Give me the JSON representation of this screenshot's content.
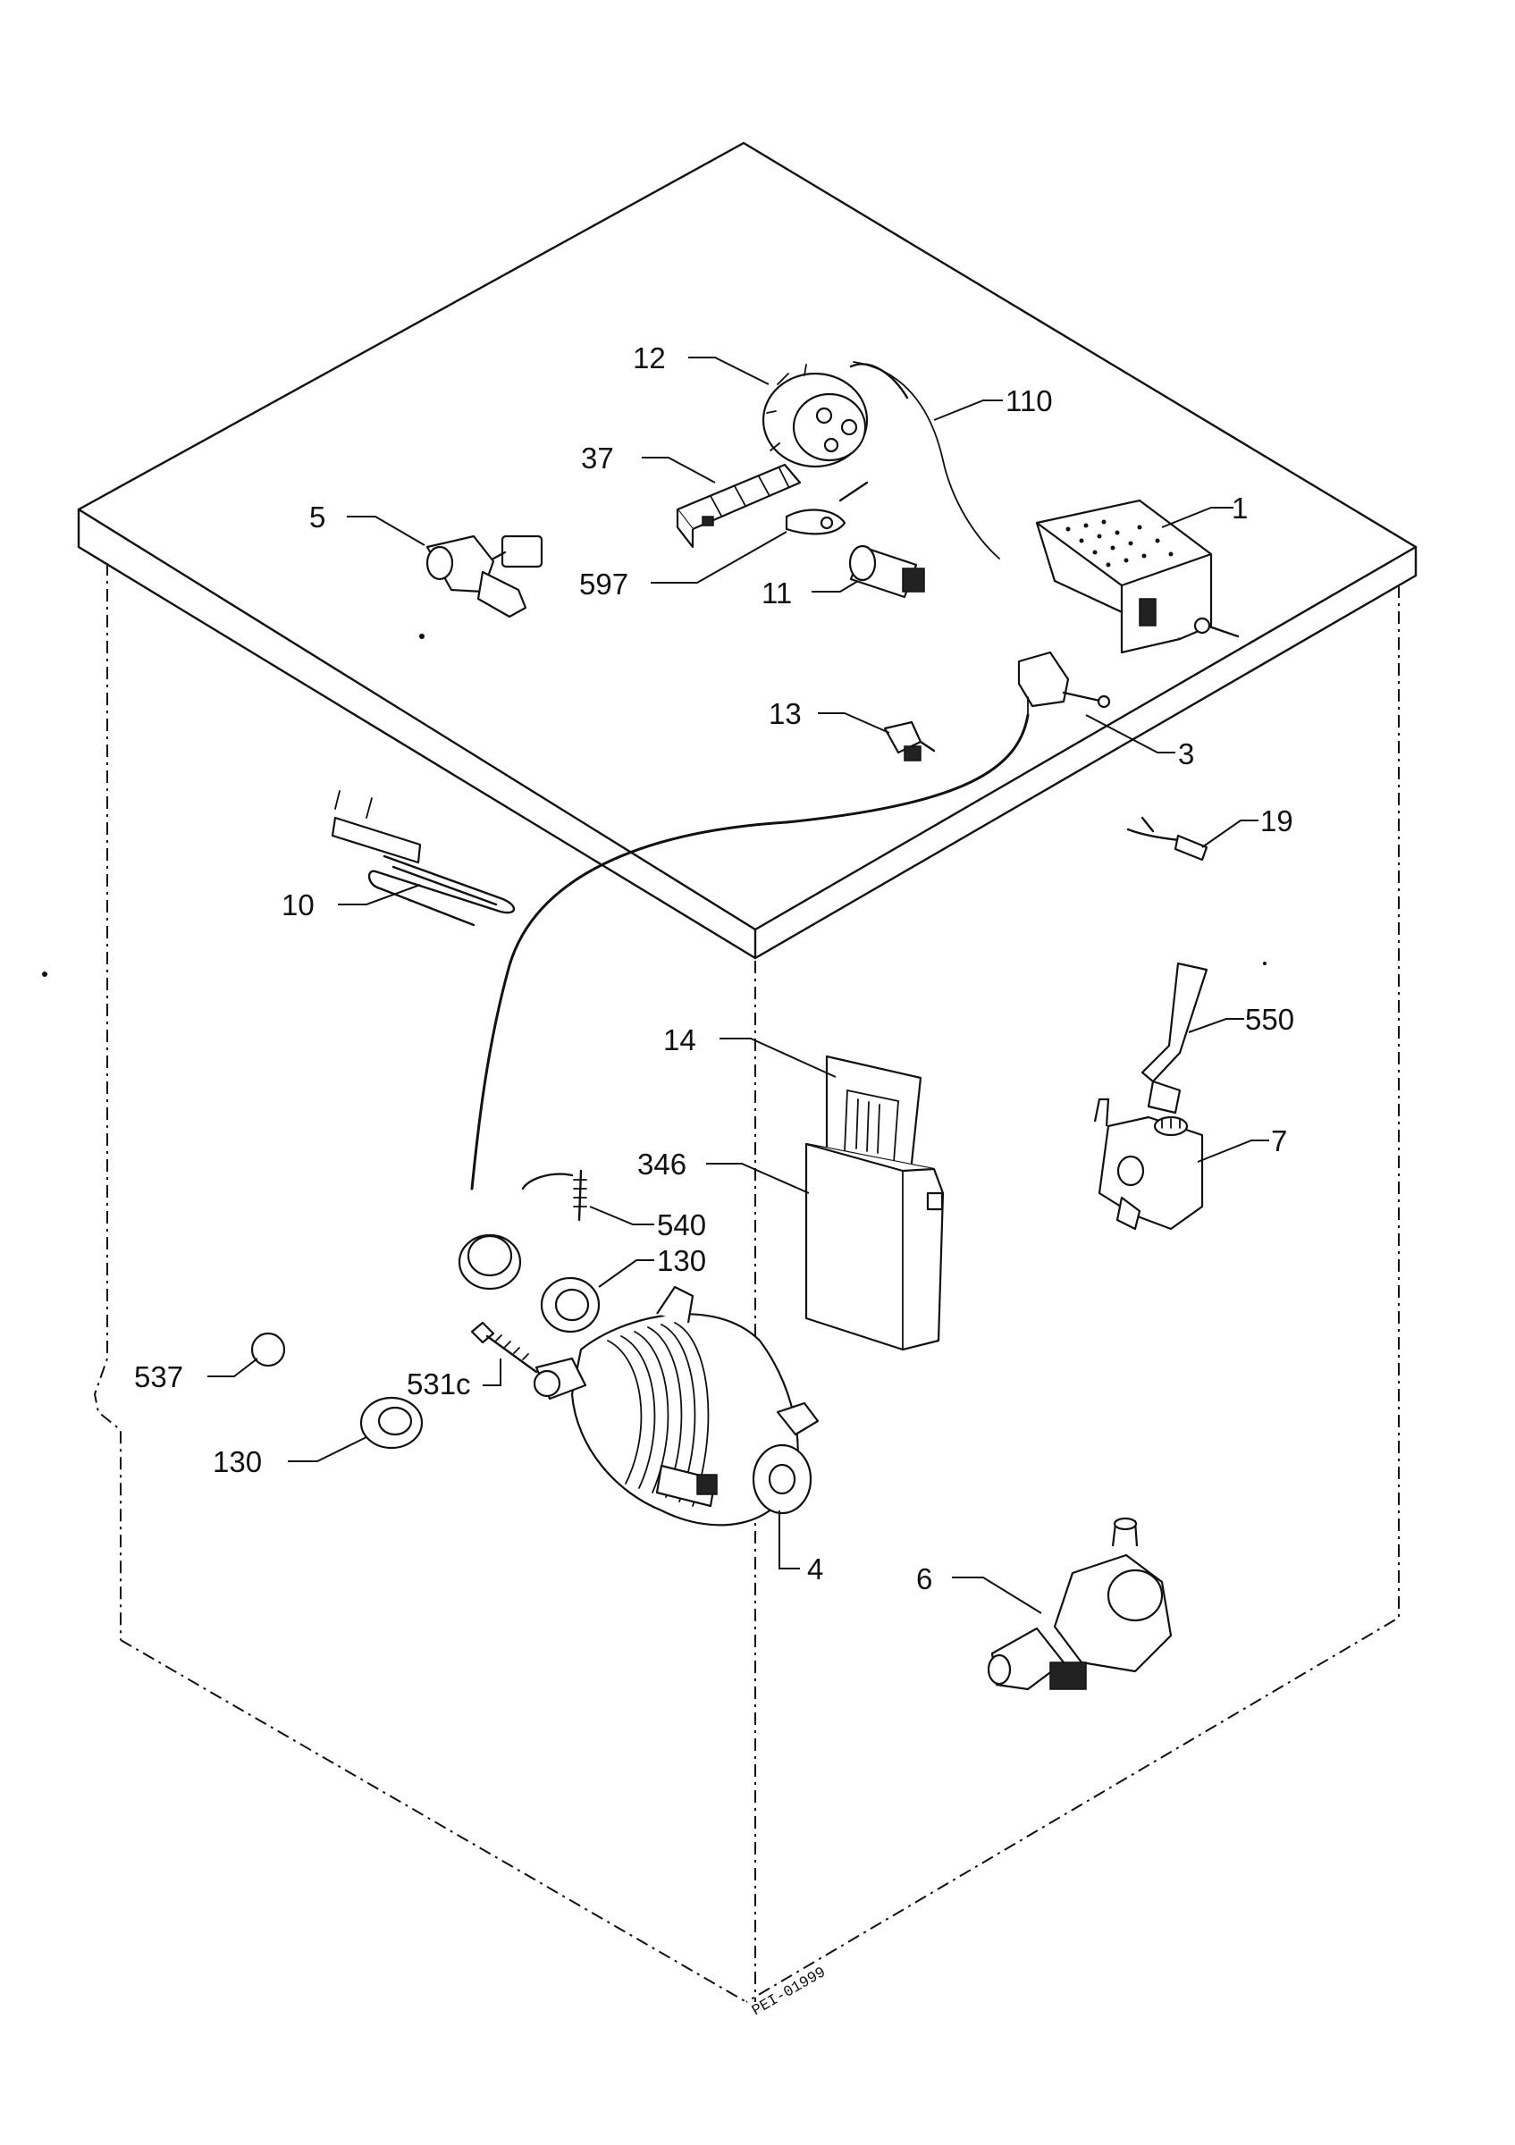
{
  "diagram": {
    "labels": {
      "p12": "12",
      "p110": "110",
      "p37": "37",
      "p5": "5",
      "p1": "1",
      "p597": "597",
      "p11": "11",
      "p13": "13",
      "p3": "3",
      "p19": "19",
      "p10": "10",
      "p550": "550",
      "p14": "14",
      "p7": "7",
      "p346": "346",
      "p540": "540",
      "p130a": "130",
      "p537": "537",
      "p531c": "531c",
      "p130b": "130",
      "p4": "4",
      "p6": "6"
    },
    "reference_code": "PEI-01999"
  }
}
